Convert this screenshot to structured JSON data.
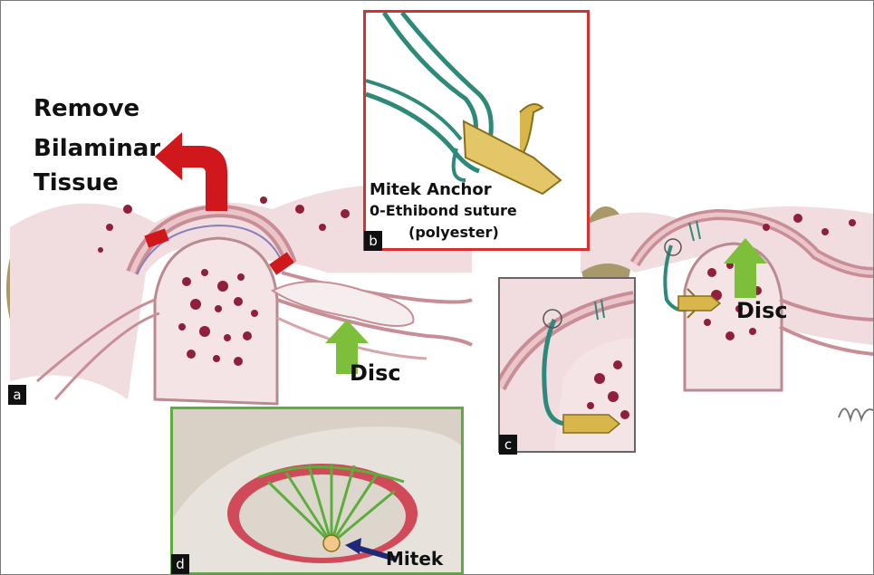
{
  "labels": {
    "remove": "Remove",
    "bilaminar": "Bilaminar",
    "tissue": "Tissue",
    "disc_left": "Disc",
    "disc_right": "Disc",
    "mitek_anchor": "Mitek Anchor",
    "suture": "0-Ethibond suture",
    "polyester": "(polyester)",
    "mitek": "Mitek"
  },
  "panel_letters": {
    "a": "a",
    "b": "b",
    "c": "c",
    "d": "d"
  },
  "colors": {
    "red_arrow": "#d0181c",
    "green_arrow": "#7dbf3a",
    "box_b_border": "#d63031",
    "box_d_border": "#5cae3c",
    "box_c_border": "#666666",
    "tissue_pink": "#e9c2c6",
    "bone_dot": "#8f1f3a",
    "suture_green": "#2e8a78",
    "anchor_gold": "#d8b64c"
  }
}
